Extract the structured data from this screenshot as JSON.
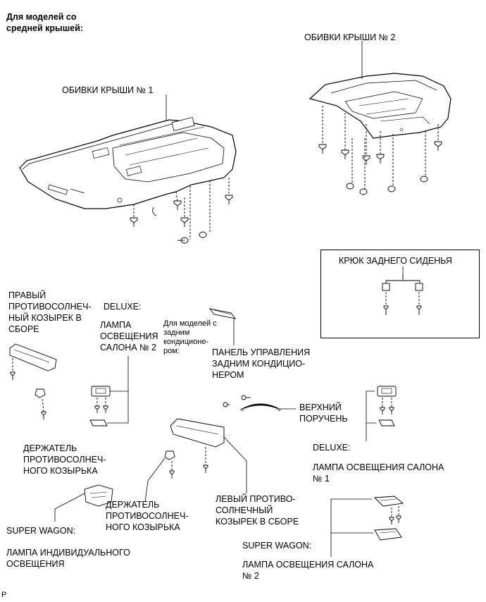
{
  "header": {
    "note": "Для моделей со\nсредней крышей:"
  },
  "labels": {
    "roof_lining_1": "ОБИВКИ КРЫШИ № 1",
    "roof_lining_2": "ОБИВКИ КРЫШИ № 2",
    "rear_seat_hook": "КРЮК ЗАДНЕГО СИДЕНЬЯ",
    "right_visor": "ПРАВЫЙ\nПРОТИВОСОЛНЕЧ-\nНЫЙ КОЗЫРЕК В\nСБОРЕ",
    "deluxe_1": "DELUXE:",
    "room_lamp_2_left": "ЛАМПА\nОСВЕЩЕНИЯ\nСАЛОНА № 2",
    "rear_ac_note": "Для моделей с\nзадним\nкондиционе-\nром:",
    "rear_ac_panel": "ПАНЕЛЬ УПРАВЛЕНИЯ\nЗАДНИМ КОНДИЦИО-\nНЕРОМ",
    "assist_grip": "ВЕРХНИЙ\nПОРУЧЕНЬ",
    "visor_holder_1": "ДЕРЖАТЕЛЬ\nПРОТИВОСОЛНЕЧ-\nНОГО КОЗЫРЬКА",
    "deluxe_2": "DELUXE:",
    "room_lamp_1": "ЛАМПА ОСВЕЩЕНИЯ САЛОНА\n№ 1",
    "visor_holder_2": "ДЕРЖАТЕЛЬ\nПРОТИВОСОЛНЕЧ-\nНОГО КОЗЫРЬКА",
    "left_visor": "ЛЕВЫЙ ПРОТИВО-\nСОЛНЕЧНЫЙ\nКОЗЫРЕК В СБОРЕ",
    "super_wagon_1": "SUPER WAGON:",
    "personal_lamp": "ЛАМПА ИНДИВИДУАЛЬНОГО\nОСВЕЩЕНИЯ",
    "super_wagon_2": "SUPER WAGON:",
    "room_lamp_2_right": "ЛАМПА ОСВЕЩЕНИЯ САЛОНА\n№ 2",
    "corner_mark": "P"
  }
}
